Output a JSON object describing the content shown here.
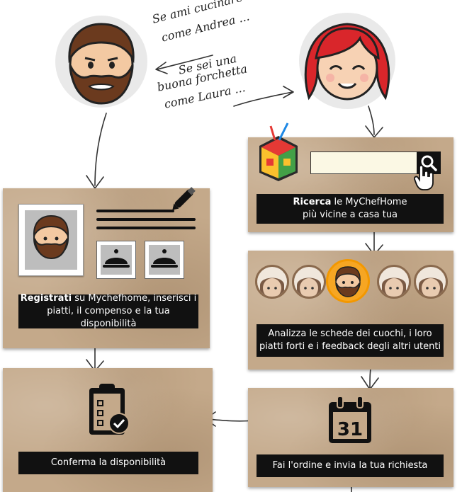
{
  "intro": {
    "andrea_line1": "Se ami cucinare",
    "andrea_line2": "come Andrea ...",
    "laura_line1": "Se sei una",
    "laura_line2": "buona forchetta",
    "laura_line3": "come Laura ..."
  },
  "steps": {
    "register": {
      "bold": "Registrati",
      "text_line1": " su Mychefhome, inserisci i",
      "text_line2": "piatti, il compenso e la tua disponibilità"
    },
    "confirm": {
      "text": "Conferma la disponibilità"
    },
    "search": {
      "bold": "Ricerca",
      "text_line1": " le MyChefHome",
      "text_line2": "più vicine a casa tua"
    },
    "analyze": {
      "text_line1": "Analizza le schede dei cuochi, i loro",
      "text_line2": "piatti forti e i feedback degli altri utenti"
    },
    "order": {
      "text": "Fai l'ordine e invia la tua richiesta"
    }
  },
  "calendar": {
    "day": "31"
  },
  "colors": {
    "card": "#c4a98a",
    "caption_bg": "#111111",
    "highlight": "#f39800",
    "hair_laura": "#d9262b",
    "beard_andrea": "#6b3a1e"
  }
}
